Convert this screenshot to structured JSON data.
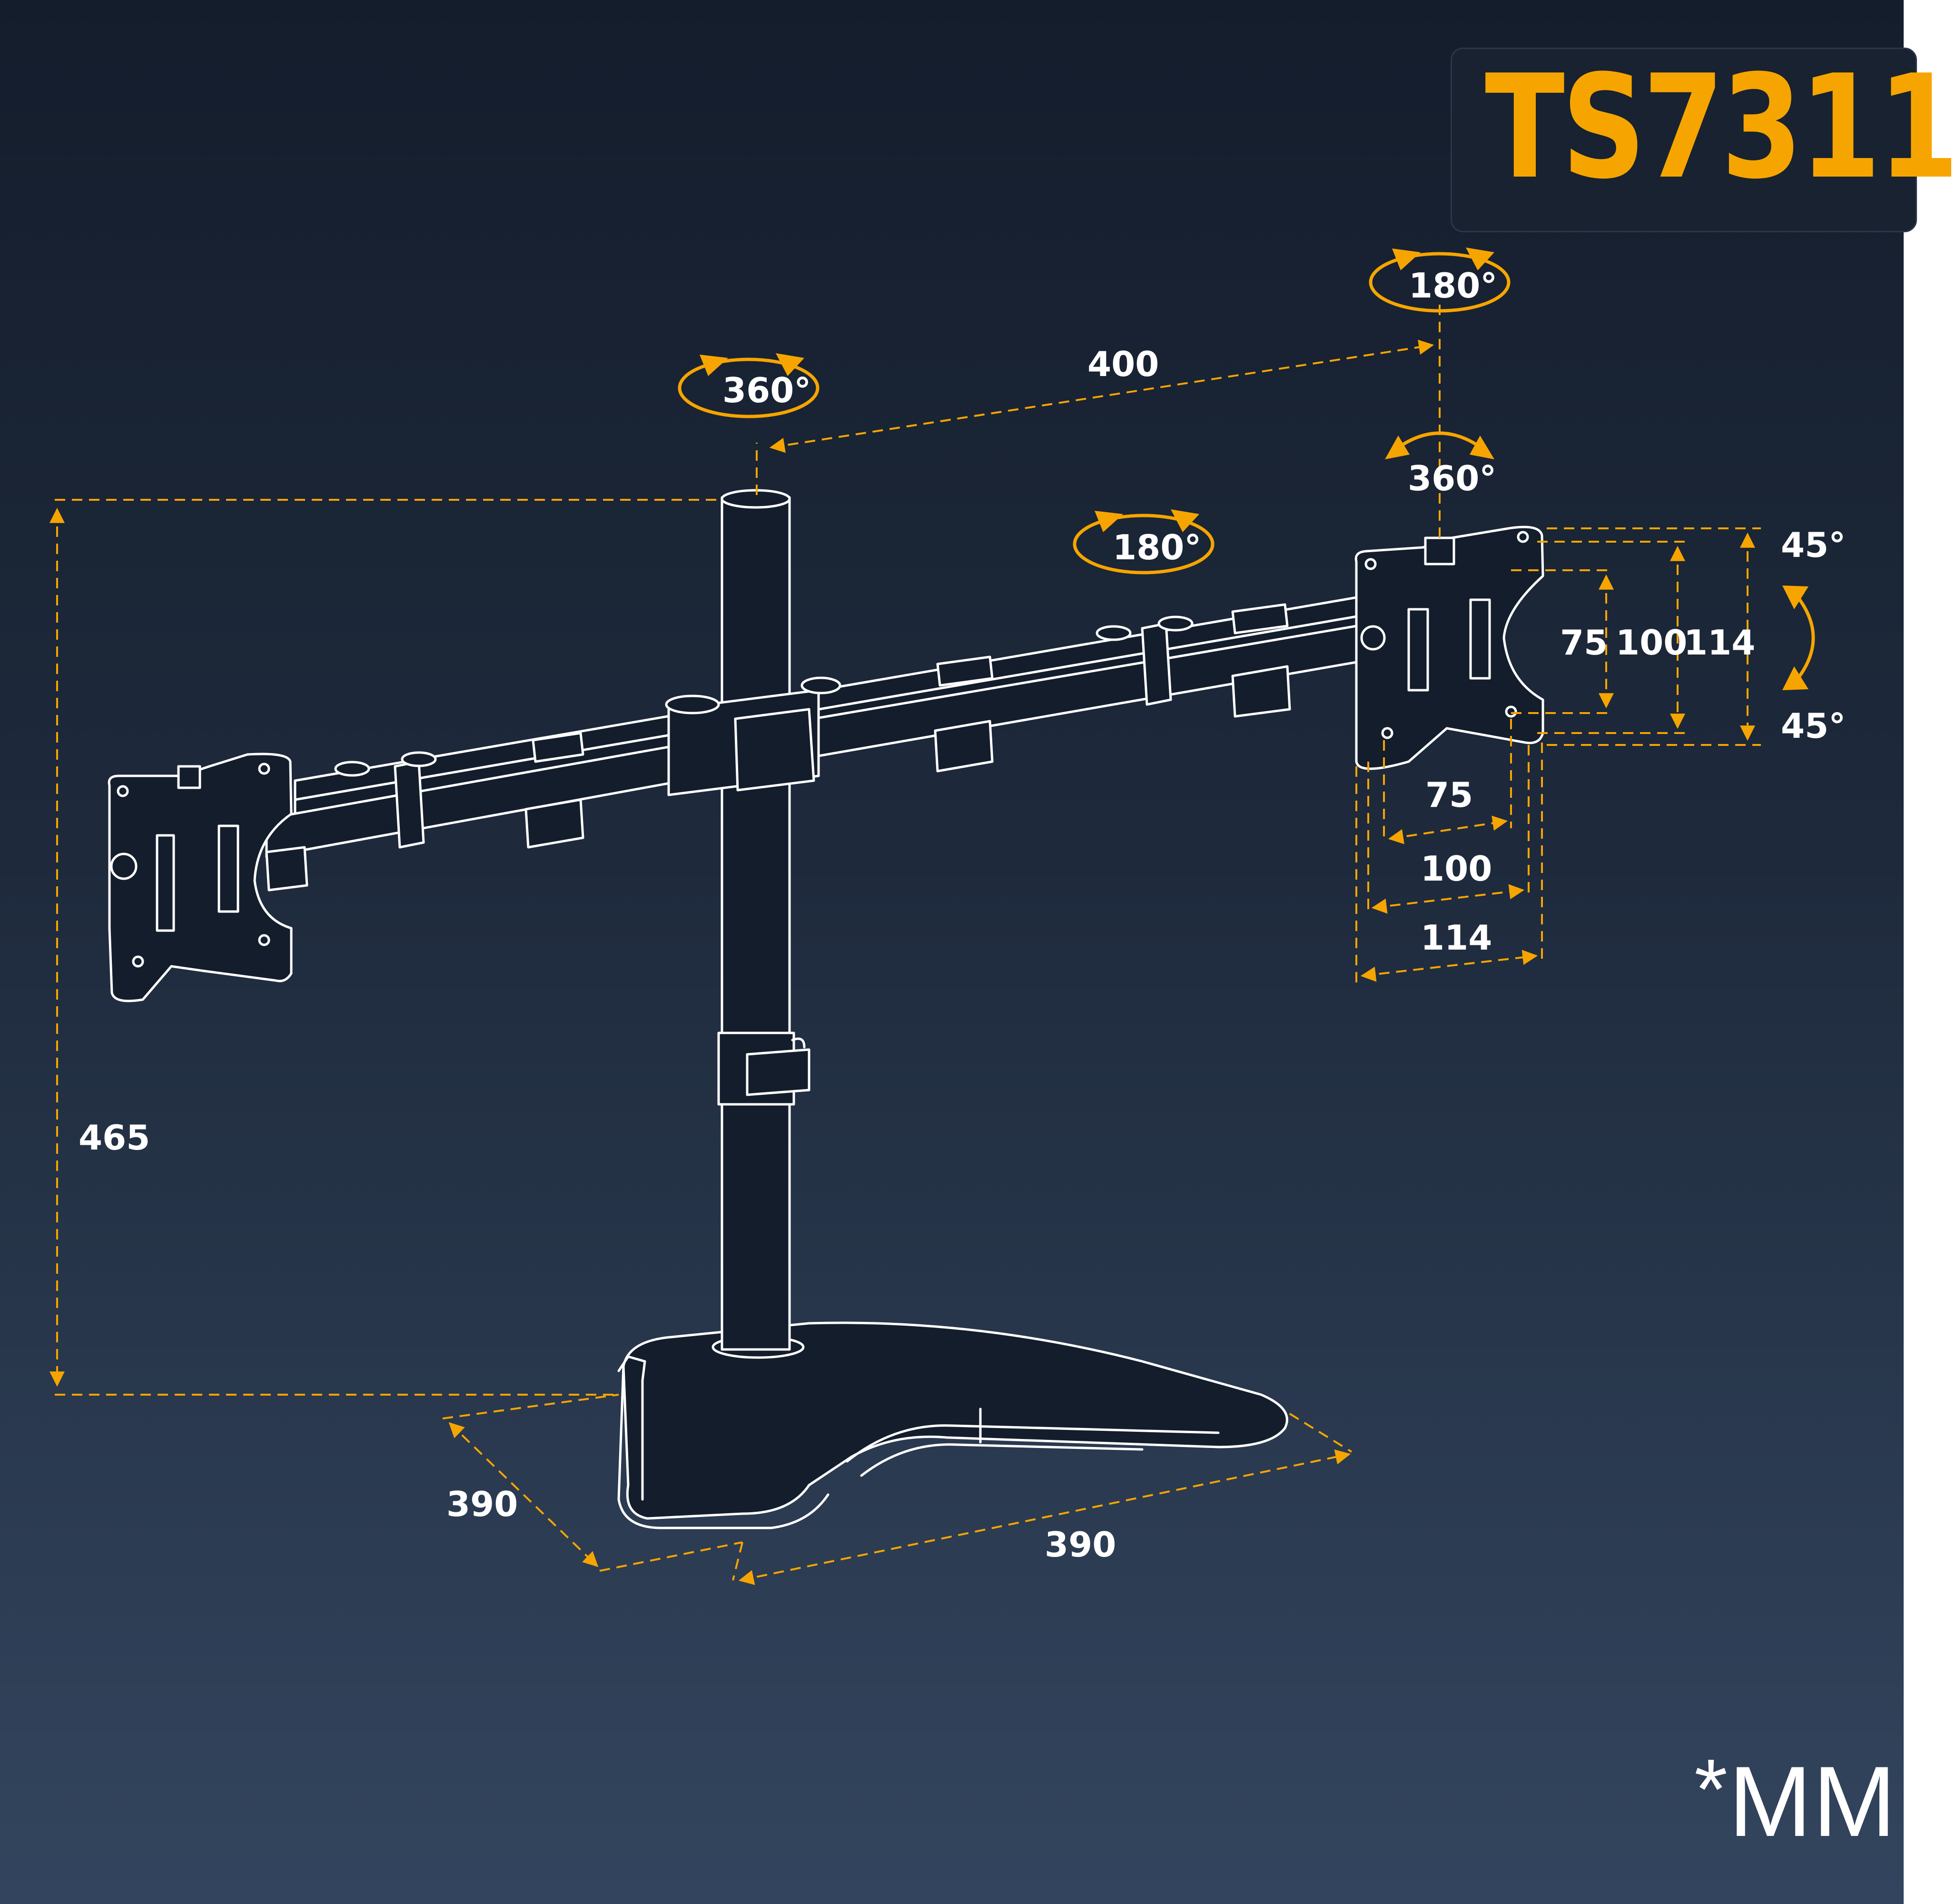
{
  "model": "TS7311",
  "unit_note": {
    "star": "*",
    "unit": "MM"
  },
  "colors": {
    "accent": "#f6a500",
    "line": "#ffffff",
    "background_top": "#141d2c",
    "background_bottom": "#33455e"
  },
  "rotations": {
    "pole_top": "360°",
    "arm_end_top": "180°",
    "arm_joint": "180°",
    "right_mount": "360°"
  },
  "tilt": {
    "up": "45°",
    "down": "45°"
  },
  "dimensions": {
    "arm_reach": "400",
    "height": "465",
    "base_depth": "390",
    "base_width": "390",
    "vesa_v_75": "75",
    "vesa_v_100": "100",
    "vesa_v_114": "114",
    "vesa_h_75": "75",
    "vesa_h_100": "100",
    "vesa_h_114": "114"
  }
}
